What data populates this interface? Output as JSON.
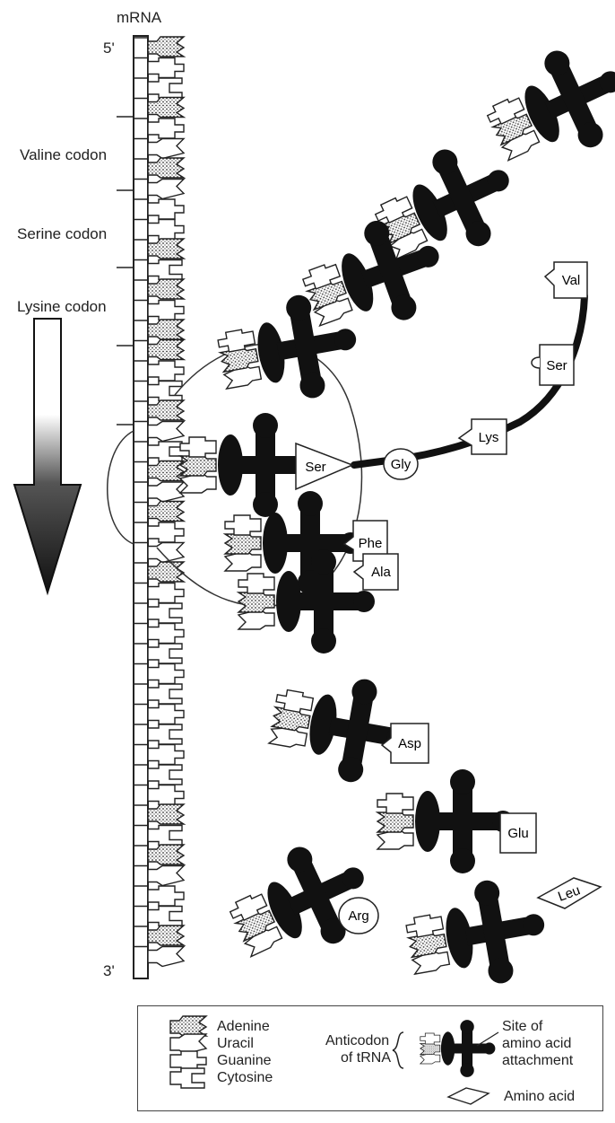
{
  "labels": {
    "mrna": "mRNA",
    "five_prime": "5'",
    "three_prime": "3'",
    "valine_codon": "Valine codon",
    "serine_codon": "Serine codon",
    "lysine_codon": "Lysine codon"
  },
  "amino_acids": {
    "val": "Val",
    "ser_chain": "Ser",
    "lys": "Lys",
    "gly": "Gly",
    "ser_site": "Ser",
    "phe": "Phe",
    "ala": "Ala",
    "asp": "Asp",
    "glu": "Glu",
    "arg": "Arg",
    "leu": "Leu"
  },
  "legend": {
    "adenine": "Adenine",
    "uracil": "Uracil",
    "guanine": "Guanine",
    "cytosine": "Cytosine",
    "anticodon_line1": "Anticodon",
    "anticodon_line2": "of tRNA",
    "site_line1": "Site of",
    "site_line2": "amino acid",
    "site_line3": "attachment",
    "amino_acid": "Amino acid"
  },
  "colors": {
    "ink": "#111111",
    "line": "#333333",
    "paper": "#ffffff"
  }
}
